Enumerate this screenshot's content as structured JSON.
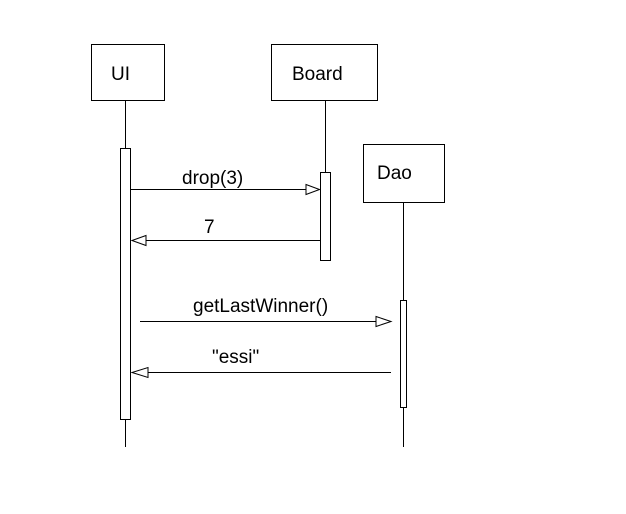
{
  "participants": {
    "ui": "UI",
    "board": "Board",
    "dao": "Dao"
  },
  "messages": {
    "drop": "drop(3)",
    "drop_return": "7",
    "get_last_winner": "getLastWinner()",
    "winner_return": "\"essi\""
  },
  "colors": {
    "stroke": "#000000",
    "fill": "#ffffff"
  }
}
